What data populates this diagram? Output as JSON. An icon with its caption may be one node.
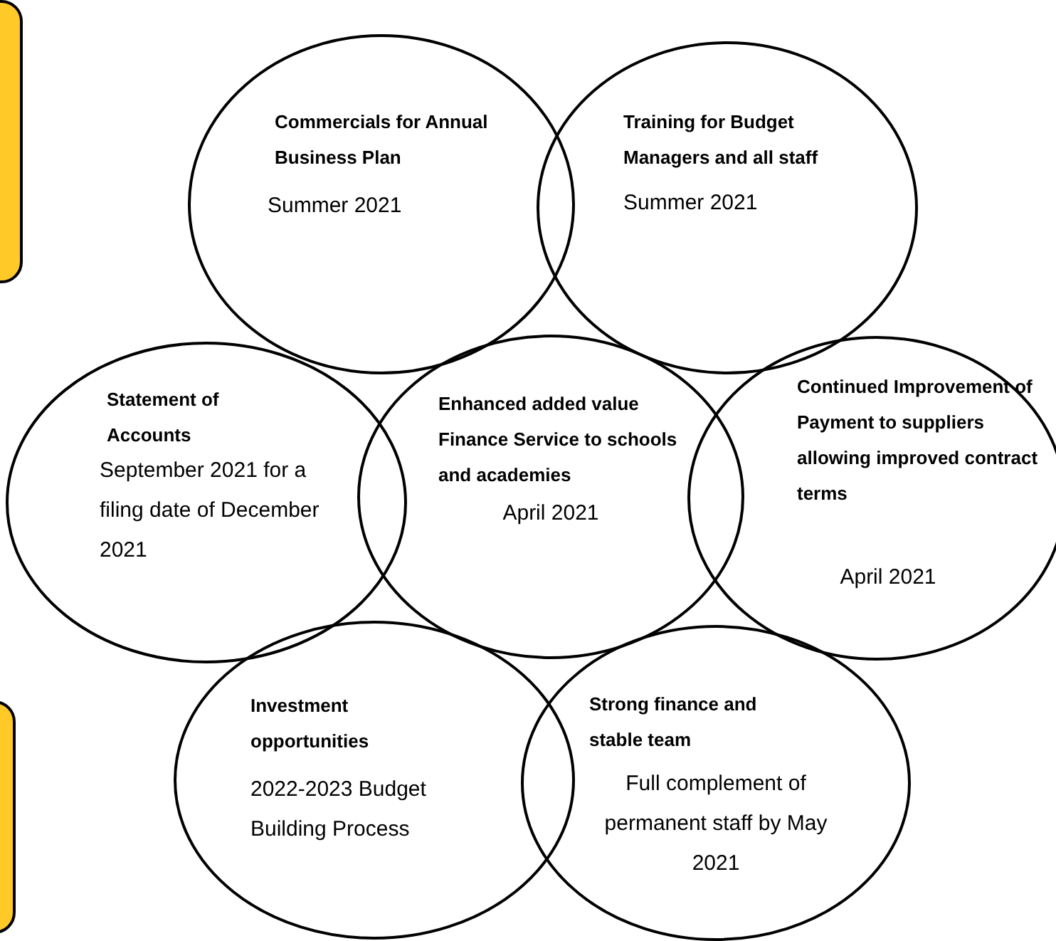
{
  "diagram": {
    "nodes": [
      {
        "text": [],
        "shape": "box"
      },
      {
        "text": [],
        "shape": "box"
      },
      {
        "text": [
          "Commercials for Annual Business Plan",
          "Summer 2021"
        ]
      },
      {
        "text": [
          "Training for Budget Managers and all staff",
          "Summer 2021"
        ]
      },
      {
        "text": [
          "Statement of Accounts",
          "September 2021 for a filing date of December 2021"
        ]
      },
      {
        "text": [
          "Enhanced added value Finance Service to schools and academies",
          "April 2021"
        ]
      },
      {
        "text": [
          "Continued Improvement of Payment to suppliers allowing improved contract terms",
          "April 2021"
        ]
      },
      {
        "text": [
          "Investment opportunities",
          "2022-2023 Budget Building Process"
        ]
      },
      {
        "text": [
          "Strong finance and stable team",
          "Full complement of permanent staff by May 2021"
        ]
      }
    ]
  }
}
